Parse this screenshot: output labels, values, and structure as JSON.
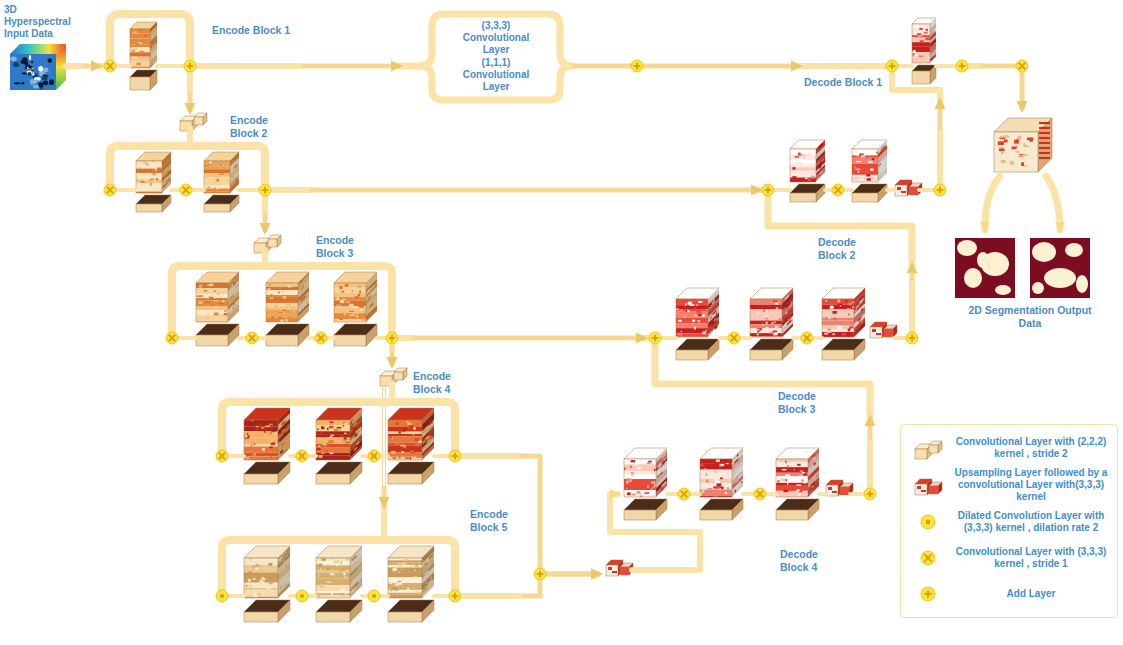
{
  "diagram": {
    "nodes": [
      {
        "text": [
          "3D Hyperspectral Input Data"
        ]
      },
      {
        "text": [
          "Encode Block 1"
        ]
      },
      {
        "text": [
          "(3,3,3) Convolutional Layer",
          "(1,1,1) Convolutional Layer"
        ]
      },
      {
        "text": [
          "Decode Block 1"
        ]
      },
      {
        "text": [
          "Encode Block 2"
        ]
      },
      {
        "text": [
          "Decode Block 2"
        ]
      },
      {
        "text": [
          "Encode Block 3"
        ]
      },
      {
        "text": [
          "Decode Block 3"
        ]
      },
      {
        "text": [
          "Encode Block 4"
        ]
      },
      {
        "text": [
          "Encode Block 5"
        ]
      },
      {
        "text": [
          "Decode Block 4"
        ]
      },
      {
        "text": [
          "2D Segmentation Output Data"
        ]
      }
    ],
    "edges": [
      {
        "from": 0,
        "to": 1,
        "arrow": "to"
      },
      {
        "from": 1,
        "to": 2,
        "arrow": "to"
      },
      {
        "from": 2,
        "to": 3,
        "arrow": "to"
      },
      {
        "from": 1,
        "to": 4,
        "arrow": "to"
      },
      {
        "from": 4,
        "to": 6,
        "arrow": "to"
      },
      {
        "from": 4,
        "to": 5,
        "arrow": "to"
      },
      {
        "from": 6,
        "to": 7,
        "arrow": "to"
      },
      {
        "from": 6,
        "to": 8,
        "arrow": "to"
      },
      {
        "from": 8,
        "to": 9,
        "arrow": "to"
      },
      {
        "from": 8,
        "to": 10,
        "arrow": "to"
      },
      {
        "from": 9,
        "to": 10,
        "arrow": "to"
      },
      {
        "from": 10,
        "to": 7,
        "arrow": "to"
      },
      {
        "from": 7,
        "to": 5,
        "arrow": "to"
      },
      {
        "from": 5,
        "to": 3,
        "arrow": "to"
      },
      {
        "from": 3,
        "to": 11,
        "arrow": "to"
      }
    ],
    "legend": [
      {
        "text": "Convolutional Layer with (2,2,2) kernel , stride 2"
      },
      {
        "text": "Upsampling Layer followed by a convolutional Layer with(3,3,3) kernel"
      },
      {
        "text": "Dilated Convolution Layer with (3,3,3) kernel , dilation rate 2"
      },
      {
        "text": "Convolutional Layer with (3,3,3) kernel , stride 1"
      },
      {
        "text": "Add Layer"
      }
    ]
  }
}
